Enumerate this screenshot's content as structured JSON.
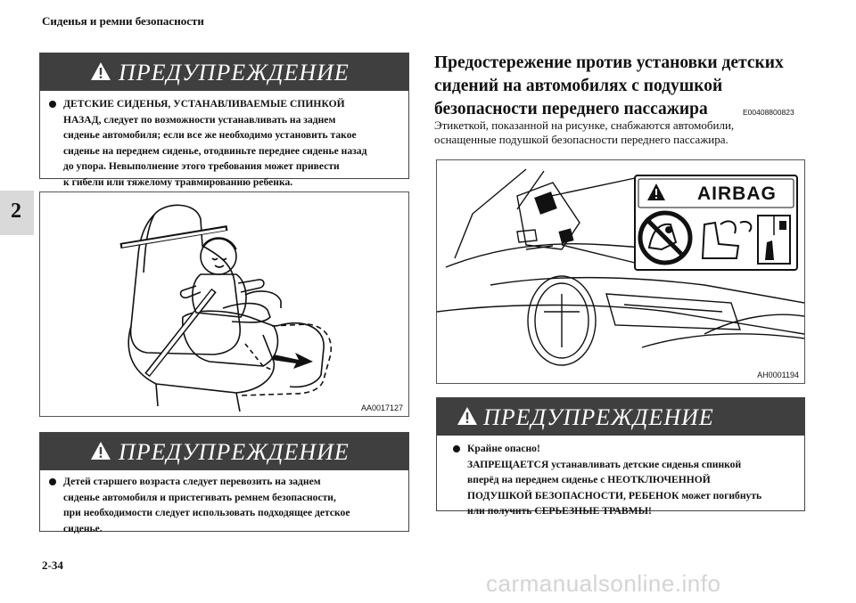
{
  "header": {
    "section_title": "Сиденья и ремни безопасности"
  },
  "side_tab": {
    "chapter": "2"
  },
  "footer": {
    "page_number": "2-34",
    "watermark": "carmanualsonline.info"
  },
  "left_column": {
    "warning_top": {
      "heading": "ПРЕДУПРЕЖДЕНИЕ",
      "lines": [
        "ДЕТСКИЕ СИДЕНЬЯ, УСТАНАВЛИВАЕМЫЕ СПИНКОЙ",
        "НАЗАД, следует по возможности устанавливать на заднем",
        "сиденье автомобиля; если все же необходимо установить такое",
        "сиденье на переднем сиденье, отодвиньте переднее сиденье назад",
        "до упора. Невыполнение этого требования может привести",
        "к гибели или тяжелому травмированию ребенка."
      ]
    },
    "figure": {
      "code": "AA0017127",
      "icon": "child-booster-seat-illustration"
    },
    "warning_bottom": {
      "heading": "ПРЕДУПРЕЖДЕНИЕ",
      "lines": [
        "Детей старшего возраста следует перевозить на заднем",
        "сиденье автомобиля и пристегивать ремнем безопасности,",
        "при необходимости следует использовать подходящее детское",
        "сиденье."
      ]
    }
  },
  "right_column": {
    "title_lines": [
      "Предостережение против установки детских",
      "сидений на автомобилях с подушкой",
      "безопасности переднего пассажира"
    ],
    "section_code": "E00408800823",
    "body_lines": [
      "Этикеткой, показанной на рисунке, снабжаются автомобили,",
      "оснащенные подушкой безопасности переднего пассажира."
    ],
    "figure": {
      "code": "AH0001194",
      "label_text": "AIRBAG",
      "icon": "airbag-warning-label-illustration"
    },
    "warning": {
      "heading": "ПРЕДУПРЕЖДЕНИЕ",
      "lines": [
        "Крайне опасно!",
        "ЗАПРЕЩАЕТСЯ устанавливать детские сиденья спинкой",
        "вперёд на переднем сиденье с НЕОТКЛЮЧЕННОЙ",
        "ПОДУШКОЙ БЕЗОПАСНОСТИ, РЕБЕНОК может погибнуть",
        "или получить СЕРЬЕЗНЫЕ ТРАВМЫ!"
      ]
    }
  }
}
